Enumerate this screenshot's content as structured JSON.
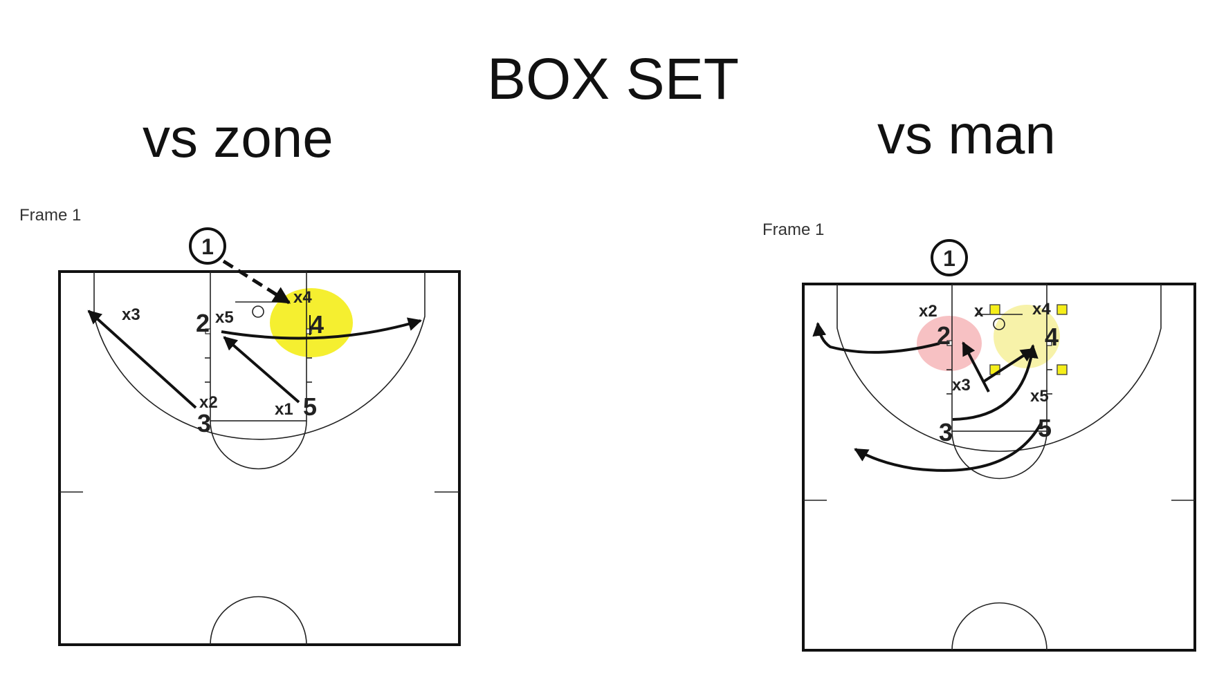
{
  "title": "BOX SET",
  "left": {
    "subtitle": "vs zone",
    "frame_label": "Frame 1",
    "ball_handler": "1",
    "offense": [
      "2",
      "4",
      "3",
      "5"
    ],
    "defense": [
      "x3",
      "x5",
      "x4",
      "x2",
      "x1"
    ]
  },
  "right": {
    "subtitle": "vs man",
    "frame_label": "Frame 1",
    "ball_handler": "1",
    "offense": [
      "2",
      "4",
      "3",
      "5"
    ],
    "defense": [
      "x2",
      "x",
      "x4",
      "x3",
      "x5"
    ]
  },
  "colors": {
    "highlight_yellow": "#f4ee1e",
    "highlight_pink": "#f6b6b8",
    "screen_marker": "#f5ee1a"
  }
}
